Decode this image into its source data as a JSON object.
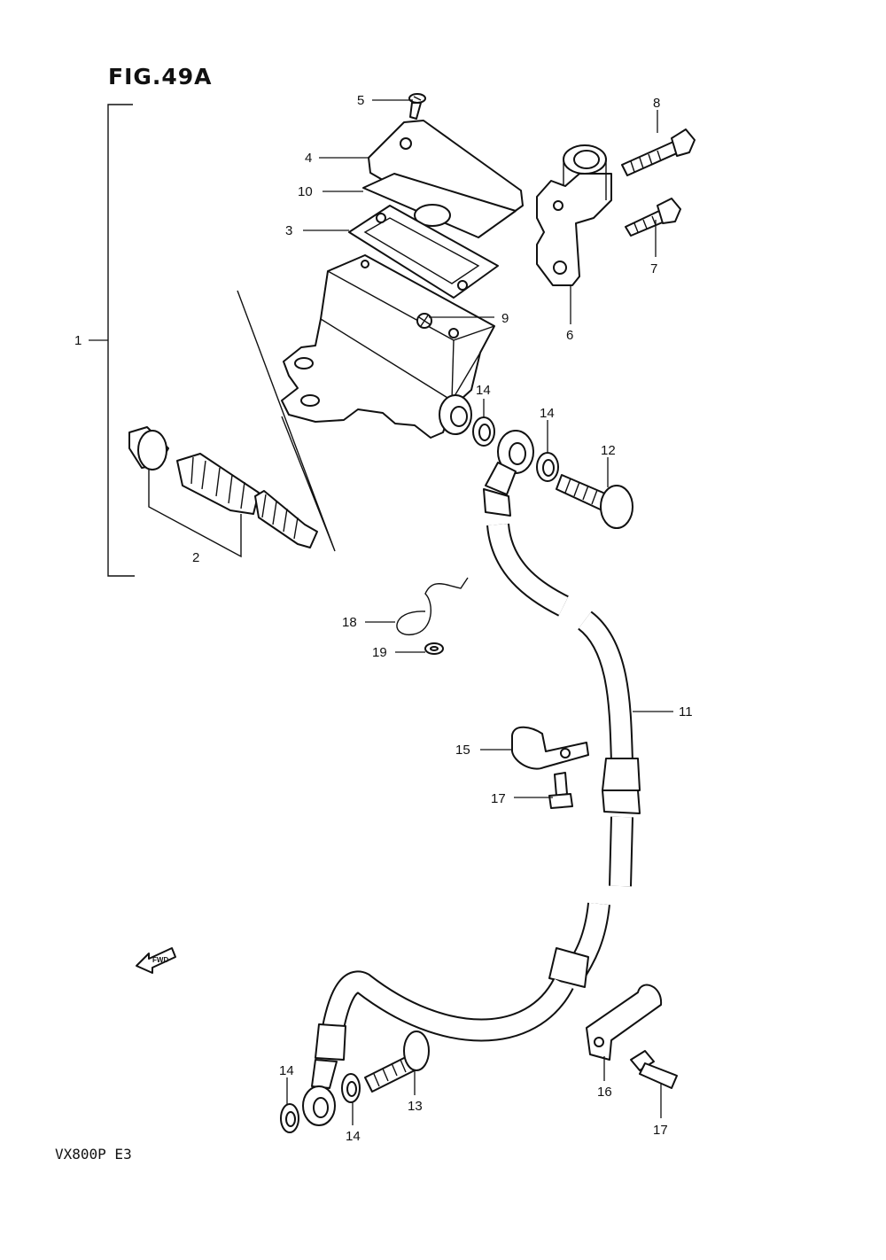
{
  "figure": {
    "title": "FIG.49A",
    "model": "VX800P  E3"
  },
  "callouts": [
    {
      "id": "c1",
      "label": "1"
    },
    {
      "id": "c2",
      "label": "2"
    },
    {
      "id": "c3",
      "label": "3"
    },
    {
      "id": "c4",
      "label": "4"
    },
    {
      "id": "c5",
      "label": "5"
    },
    {
      "id": "c6",
      "label": "6"
    },
    {
      "id": "c7",
      "label": "7"
    },
    {
      "id": "c8",
      "label": "8"
    },
    {
      "id": "c9",
      "label": "9"
    },
    {
      "id": "c10",
      "label": "10"
    },
    {
      "id": "c11",
      "label": "11"
    },
    {
      "id": "c12",
      "label": "12"
    },
    {
      "id": "c13",
      "label": "13"
    },
    {
      "id": "c14a",
      "label": "14"
    },
    {
      "id": "c14b",
      "label": "14"
    },
    {
      "id": "c14c",
      "label": "14"
    },
    {
      "id": "c14d",
      "label": "14"
    },
    {
      "id": "c15",
      "label": "15"
    },
    {
      "id": "c16",
      "label": "16"
    },
    {
      "id": "c17a",
      "label": "17"
    },
    {
      "id": "c17b",
      "label": "17"
    },
    {
      "id": "c18",
      "label": "18"
    },
    {
      "id": "c19",
      "label": "19"
    }
  ],
  "fwd_arrow": {
    "label": "FWD",
    "icon": "fwd-arrow-icon"
  }
}
